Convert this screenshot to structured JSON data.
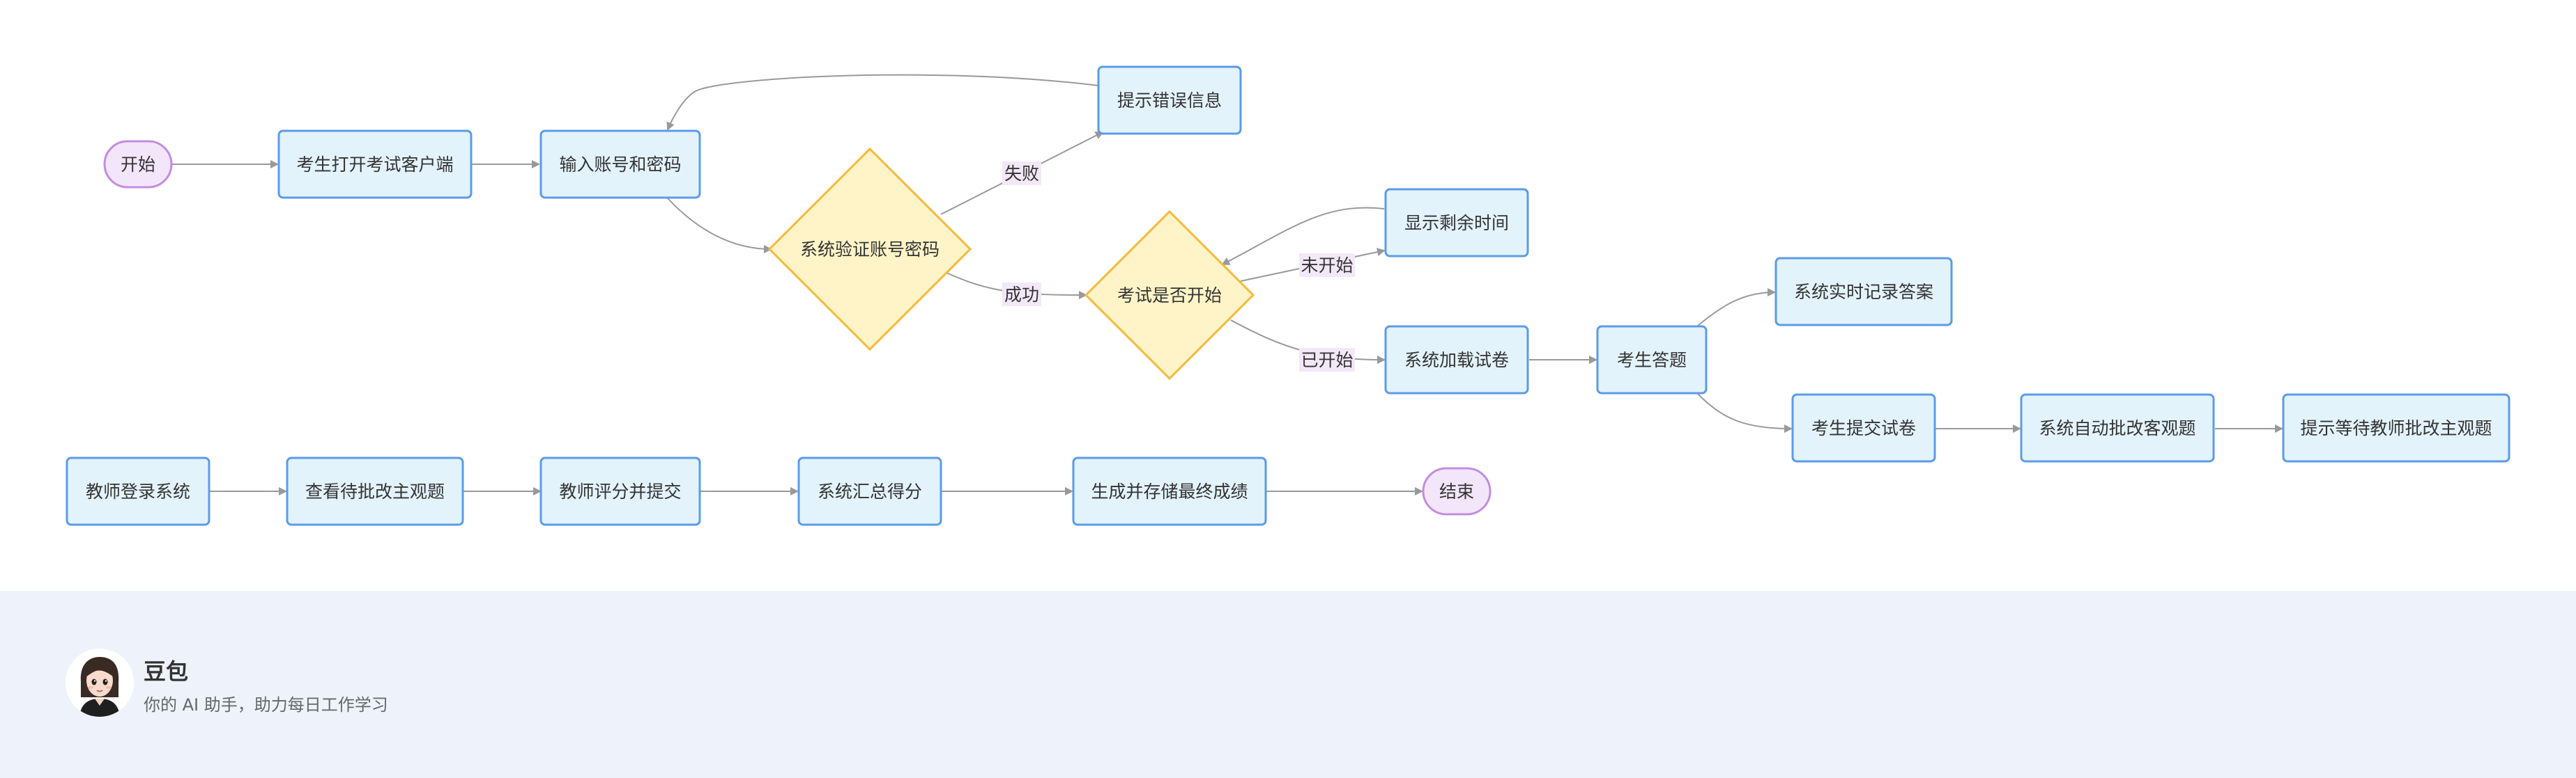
{
  "diagram": {
    "nodes": {
      "start": "开始",
      "open_client": "考生打开考试客户端",
      "enter_credentials": "输入账号和密码",
      "show_error": "提示错误信息",
      "verify_account": "系统验证账号密码",
      "exam_started": "考试是否开始",
      "show_remaining": "显示剩余时间",
      "load_paper": "系统加载试卷",
      "answer": "考生答题",
      "record_answers": "系统实时记录答案",
      "submit_paper": "考生提交试卷",
      "auto_grade": "系统自动批改客观题",
      "wait_teacher": "提示等待教师批改主观题",
      "teacher_login": "教师登录系统",
      "view_pending": "查看待批改主观题",
      "teacher_grade": "教师评分并提交",
      "sum_scores": "系统汇总得分",
      "store_final": "生成并存储最终成绩",
      "end": "结束"
    },
    "edge_labels": {
      "fail": "失败",
      "success": "成功",
      "not_started": "未开始",
      "started": "已开始"
    }
  },
  "footer": {
    "brand_name": "豆包",
    "tagline": "你的 AI 助手，助力每日工作学习"
  },
  "colors": {
    "process_fill": "#e3f3fb",
    "process_stroke": "#5b9bea",
    "decision_fill": "#fff4c7",
    "decision_stroke": "#f6b93b",
    "terminal_fill": "#f3e6fa",
    "terminal_stroke": "#c38ce0",
    "edge": "#999999",
    "footer_bg": "#eef3fb"
  }
}
